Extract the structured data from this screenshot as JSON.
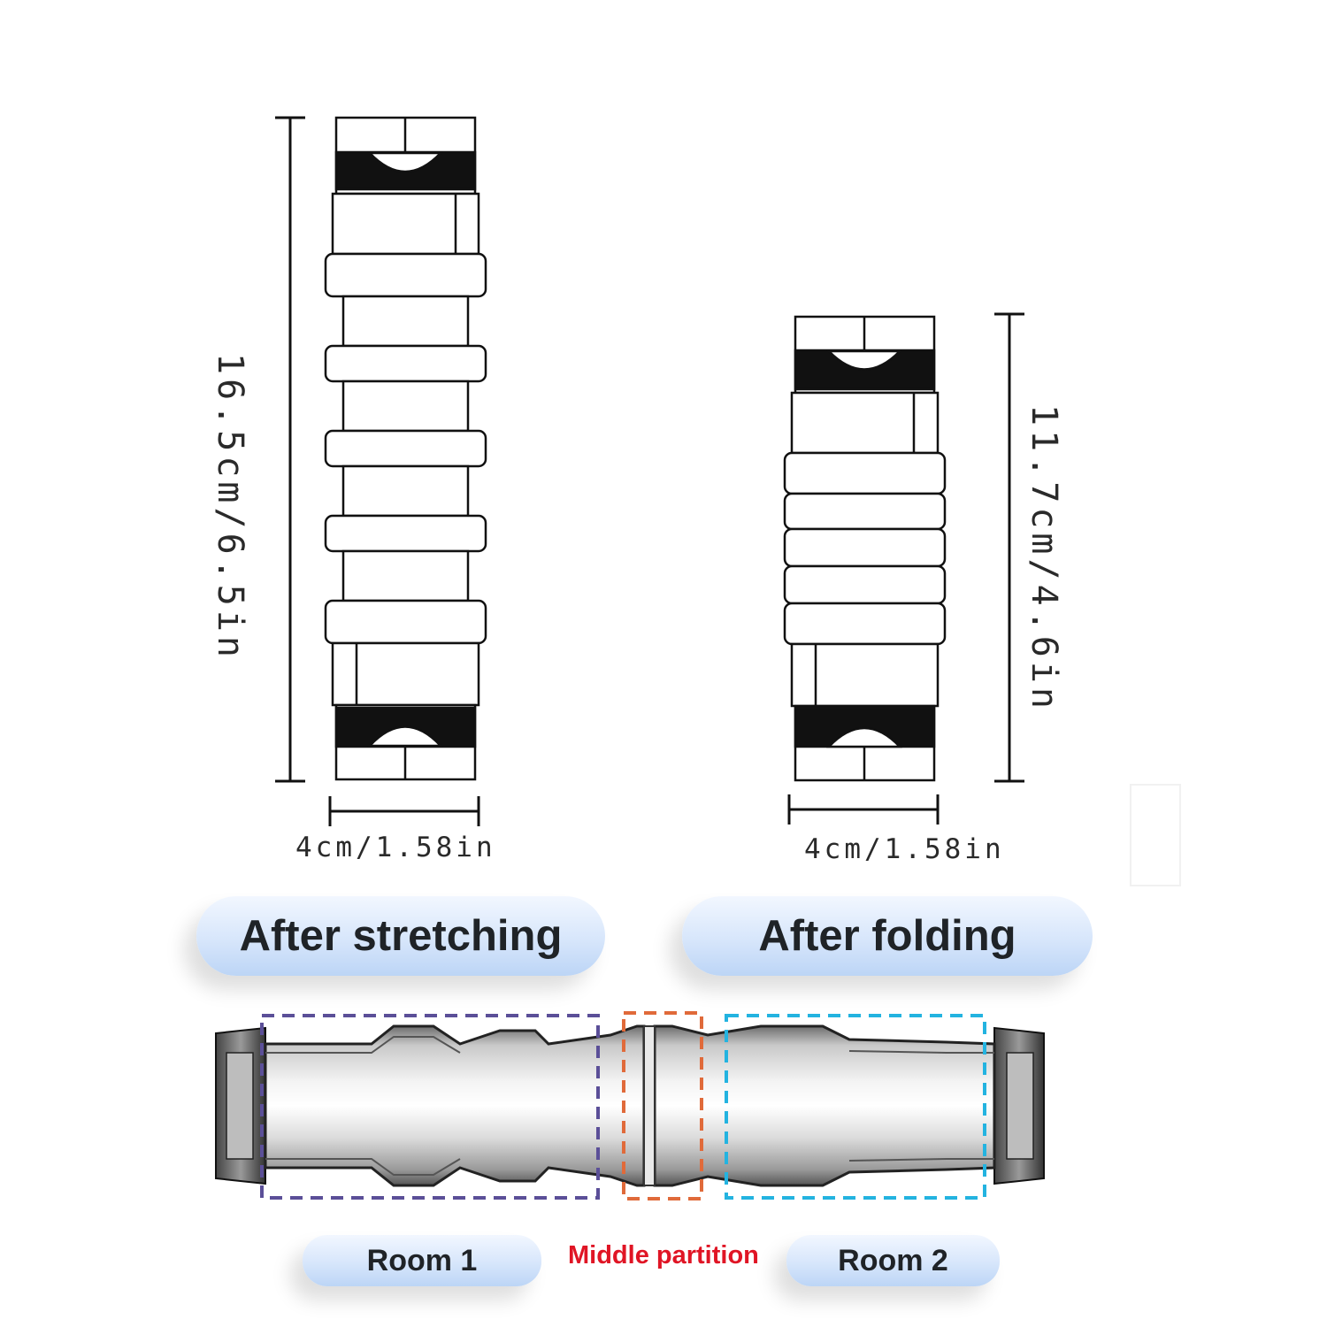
{
  "dimensions": {
    "stretched_height": "16.5cm/6.5in",
    "stretched_width": "4cm/1.58in",
    "folded_height": "11.7cm/4.6in",
    "folded_width": "4cm/1.58in"
  },
  "states": {
    "stretched_label": "After stretching",
    "folded_label": "After folding"
  },
  "cross_section": {
    "room1_label": "Room 1",
    "partition_label": "Middle partition",
    "room2_label": "Room 2",
    "colors": {
      "room1": "#5b4f98",
      "partition": "#e06a3a",
      "room2": "#23b3e0"
    }
  }
}
